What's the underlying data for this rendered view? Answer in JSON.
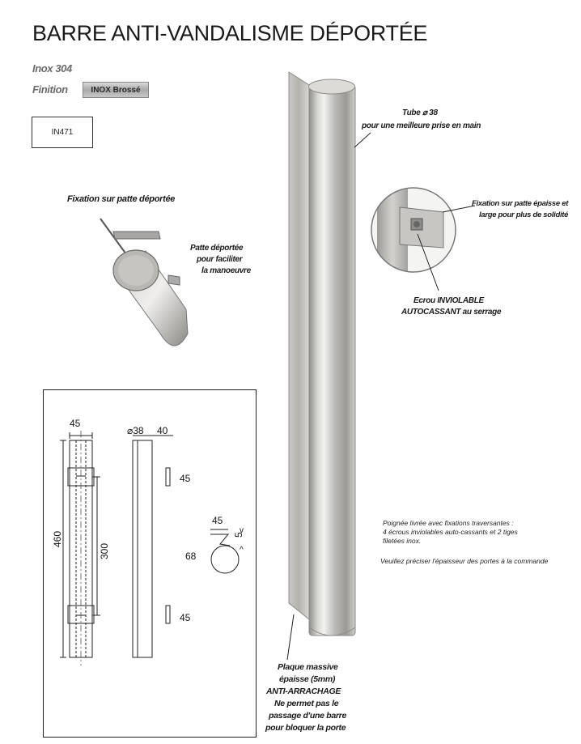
{
  "title": "BARRE ANTI-VANDALISME DÉPORTÉE",
  "material": "Inox 304",
  "finish_label": "Finition",
  "finish_badge": "INOX Brossé",
  "reference": "IN471",
  "tube_caption": {
    "line1": "Tube ⌀ 38",
    "line2": "pour une meilleure prise en main"
  },
  "fixation_title": "Fixation sur patte déportée",
  "patte_caption": {
    "line1": "Patte déportée",
    "line2": "pour faciliter",
    "line3": "la manoeuvre"
  },
  "fixation_detail": {
    "line1": "Fixation sur patte épaisse et",
    "line2": "large pour plus de solidité"
  },
  "ecrou_caption": {
    "line1a": "Ecrou ",
    "line1b": "INVIOLABLE",
    "line2a": "AUTOCASSANT",
    "line2b": " au serrage"
  },
  "delivery_note": {
    "line1": "Poignée livrée avec fixations traversantes :",
    "line2": "4 écrous inviolables auto-cassants et 2 tiges",
    "line3": "filetées inox."
  },
  "order_note": "Veuillez préciser l'épaisseur des portes à la commande",
  "plaque_caption": {
    "line1": "Plaque massive",
    "line2": "épaisse (5mm)",
    "line3": "ANTI-ARRACHAGE",
    "line4": "Ne permet pas le",
    "line5": "passage d'une barre",
    "line6": "pour bloquer la porte"
  },
  "dimensions": {
    "width_front": "45",
    "total_height": "460",
    "center_distance": "300",
    "diameter": "⌀38",
    "depth": "40",
    "fix_top": "45",
    "fix_bottom": "45",
    "section_width": "45",
    "section_height": "68",
    "plate_thickness": "5",
    "plate_mark": "v",
    "plate_mark2": "^"
  },
  "colors": {
    "steel_light": "#e6e6e4",
    "steel_mid": "#b9b8b4",
    "steel_dark": "#6f6e6a",
    "text": "#1a1a1a"
  }
}
